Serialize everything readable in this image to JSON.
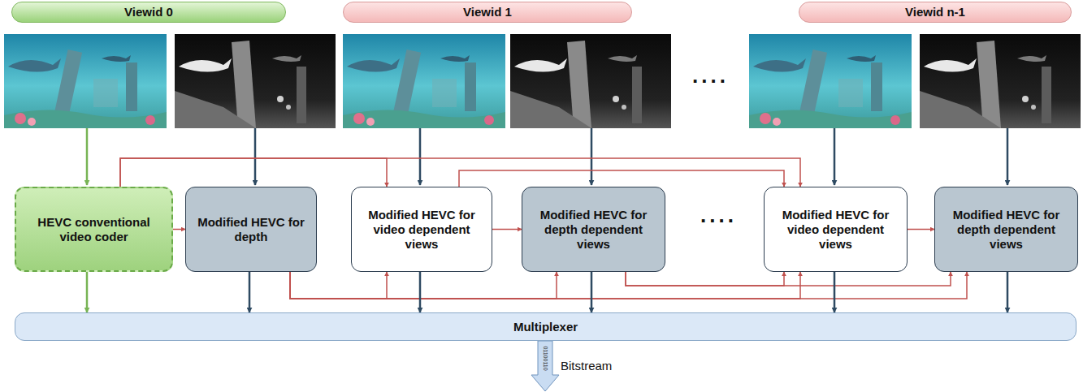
{
  "diagram": {
    "nodes": [
      {
        "text": [
          "Viewid 0"
        ]
      },
      {
        "text": [
          "Viewid 1"
        ]
      },
      {
        "text": [
          "Viewid n-1"
        ]
      },
      {
        "text": [
          "HEVC conventional video coder"
        ]
      },
      {
        "text": [
          "Modified HEVC for depth"
        ]
      },
      {
        "text": [
          "Modified HEVC for video dependent views"
        ]
      },
      {
        "text": [
          "Modified HEVC for depth dependent views"
        ]
      },
      {
        "text": [
          "Modified HEVC for video dependent views"
        ]
      },
      {
        "text": [
          "Modified HEVC for depth dependent views"
        ]
      },
      {
        "text": [
          "Multiplexer"
        ]
      }
    ],
    "edges": [
      {
        "from": 3,
        "to": 4,
        "arrow": "to"
      },
      {
        "from": 3,
        "to": 5,
        "arrow": "to"
      },
      {
        "from": 3,
        "to": 7,
        "arrow": "to"
      },
      {
        "from": 5,
        "to": 6,
        "arrow": "to"
      },
      {
        "from": 5,
        "to": 7,
        "arrow": "to"
      },
      {
        "from": 7,
        "to": 8,
        "arrow": "to"
      },
      {
        "from": 4,
        "to": 5,
        "arrow": "to"
      },
      {
        "from": 4,
        "to": 6,
        "arrow": "to"
      },
      {
        "from": 4,
        "to": 7,
        "arrow": "to"
      },
      {
        "from": 4,
        "to": 8,
        "arrow": "to"
      },
      {
        "from": 6,
        "to": 7,
        "arrow": "to"
      },
      {
        "from": 6,
        "to": 8,
        "arrow": "to"
      },
      {
        "from": 3,
        "to": 9,
        "arrow": "to"
      },
      {
        "from": 4,
        "to": 9,
        "arrow": "to"
      },
      {
        "from": 5,
        "to": 9,
        "arrow": "to"
      },
      {
        "from": 6,
        "to": 9,
        "arrow": "to"
      },
      {
        "from": 7,
        "to": 9,
        "arrow": "to"
      },
      {
        "from": 8,
        "to": 9,
        "arrow": "to"
      }
    ],
    "labels": [
      "....",
      "....",
      "01100110",
      "Bitstream"
    ]
  }
}
